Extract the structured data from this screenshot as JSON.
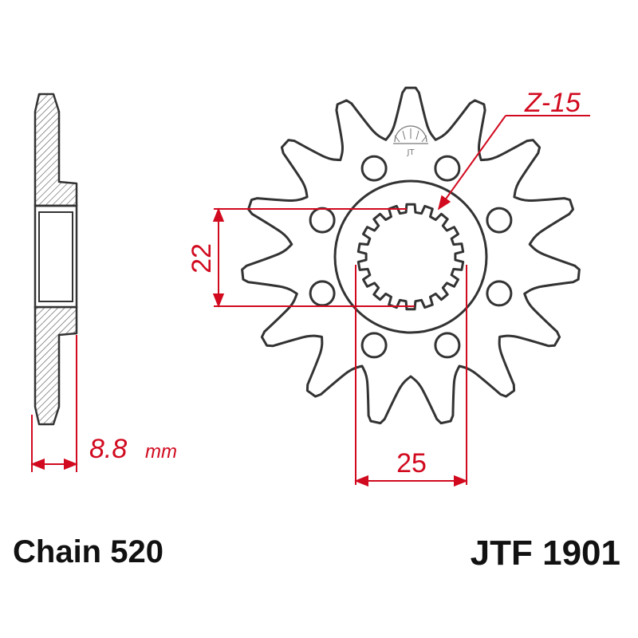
{
  "diagram": {
    "teeth_label": "Z-15",
    "inner_diameter_label": "22",
    "outer_spline_label": "25",
    "thickness_value": "8.8",
    "thickness_unit": "mm",
    "teeth_count": 15,
    "spline_count": 18,
    "bolt_hole_count": 8
  },
  "footer": {
    "chain_label": "Chain 520",
    "part_number": "JTF 1901"
  },
  "colors": {
    "dimension": "#d10a1f",
    "outline": "#333333",
    "text": "#111111"
  }
}
